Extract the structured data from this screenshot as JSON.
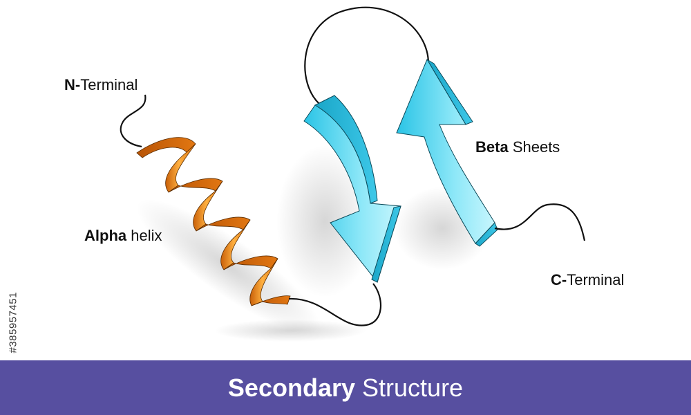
{
  "labels": {
    "n_terminal": {
      "bold": "N-",
      "rest": "Terminal"
    },
    "alpha_helix": {
      "bold": "Alpha",
      "rest": "helix"
    },
    "beta_sheets": {
      "bold": "Beta",
      "rest": "Sheets"
    },
    "c_terminal": {
      "bold": "C-",
      "rest": "Terminal"
    }
  },
  "footer": {
    "bold": "Secondary",
    "rest": "Structure"
  },
  "watermark_id": "#385957451",
  "colors": {
    "helix": "#f08a1c",
    "helix_dark": "#c85f08",
    "beta": "#3fd0ee",
    "beta_dark": "#1ea6c8",
    "footer_bg": "#574fa0"
  }
}
